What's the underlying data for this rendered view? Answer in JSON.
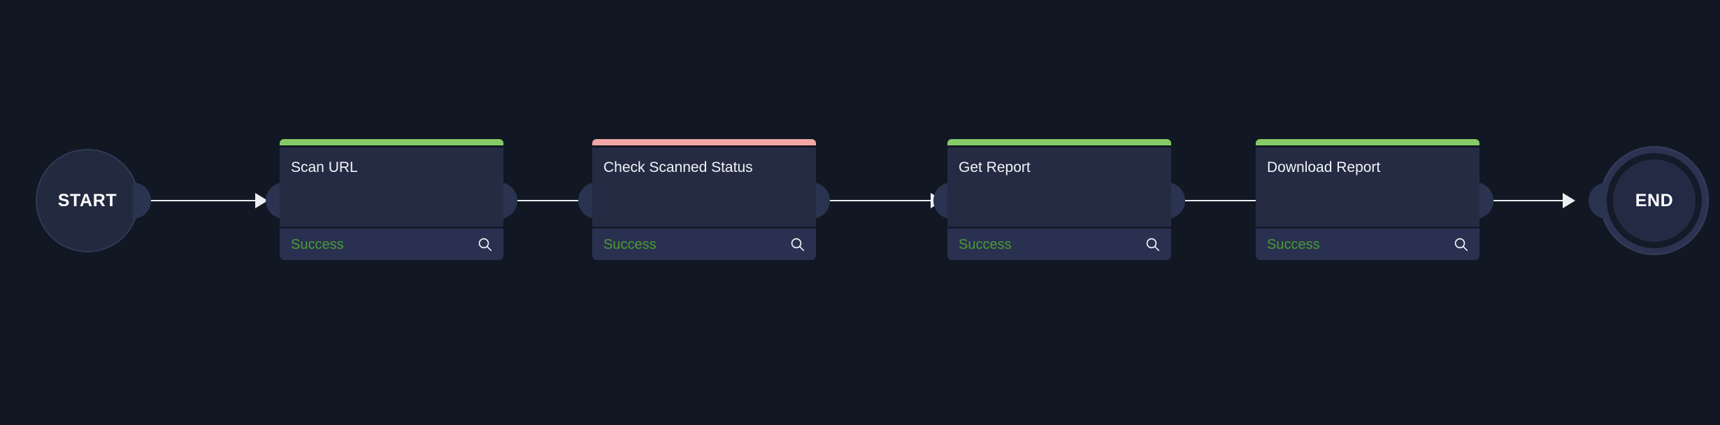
{
  "theme": {
    "background": "#121823",
    "card_body": "#242b43",
    "card_footer": "#2a3150",
    "accent_green": "#85cb65",
    "accent_pink": "#f2a6a6",
    "status_green_text": "#4a9a35",
    "edge": "#eceef2",
    "node_fill": "#222a40"
  },
  "start_node": {
    "label": "START"
  },
  "end_node": {
    "label": "END"
  },
  "nodes": [
    {
      "title": "Scan URL",
      "status": "Success",
      "accent": "#85cb65",
      "status_color": "#4a9a35",
      "icon": "search-icon"
    },
    {
      "title": "Check Scanned Status",
      "status": "Success",
      "accent": "#f2a6a6",
      "status_color": "#4a9a35",
      "icon": "search-icon"
    },
    {
      "title": "Get Report",
      "status": "Success",
      "accent": "#85cb65",
      "status_color": "#4a9a35",
      "icon": "search-icon"
    },
    {
      "title": "Download Report",
      "status": "Success",
      "accent": "#85cb65",
      "status_color": "#4a9a35",
      "icon": "search-icon"
    }
  ]
}
